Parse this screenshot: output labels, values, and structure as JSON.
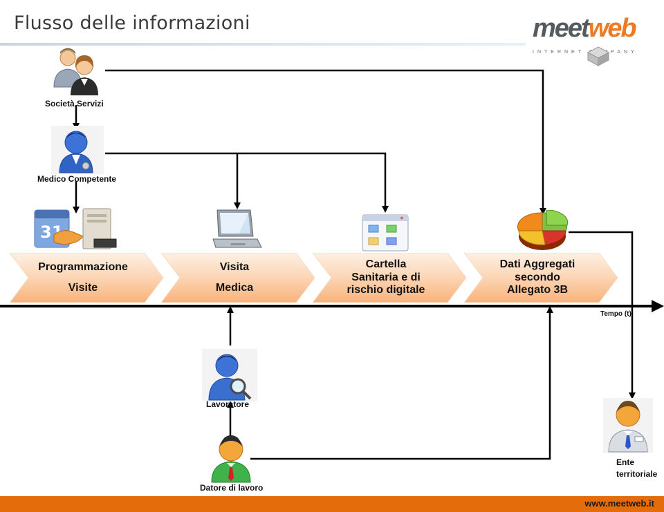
{
  "slide": {
    "title": "Flusso delle informazioni",
    "footer_url": "www.meetweb.it"
  },
  "logo": {
    "word_part1": "meet",
    "word_part2": "web",
    "subtitle": "INTERNET COMPANY",
    "colors": {
      "primary": "#555a5e",
      "accent": "#ee7b22"
    }
  },
  "actors": {
    "societa_servizi": "Società Servizi",
    "medico_competente": "Medico Competente",
    "lavoratore": "Lavoratore",
    "datore_di_lavoro": "Datore di lavoro",
    "ente_territoriale": [
      "Ente",
      "territoriale"
    ]
  },
  "steps": [
    {
      "lines": [
        "Programmazione",
        "Visite"
      ]
    },
    {
      "lines": [
        "Visita",
        "Medica"
      ]
    },
    {
      "lines": [
        "Cartella",
        "Sanitaria e di",
        "rischio digitale"
      ]
    },
    {
      "lines": [
        "Dati Aggregati",
        "secondo",
        "Allegato 3B"
      ]
    }
  ],
  "timeline": {
    "label": "Tempo (t)"
  },
  "icons": {
    "societa_servizi": "people-icon",
    "medico_competente": "doctor-icon",
    "programmazione": "calendar-server-icon",
    "visita": "laptop-icon",
    "cartella": "folders-window-icon",
    "dati": "pie-chart-icon",
    "lavoratore": "worker-search-icon",
    "datore": "employer-icon",
    "ente": "official-icon"
  },
  "colors": {
    "chevron_top": "#fde9d9",
    "chevron_bottom": "#fabf8f",
    "footer": "#e46c0a"
  }
}
